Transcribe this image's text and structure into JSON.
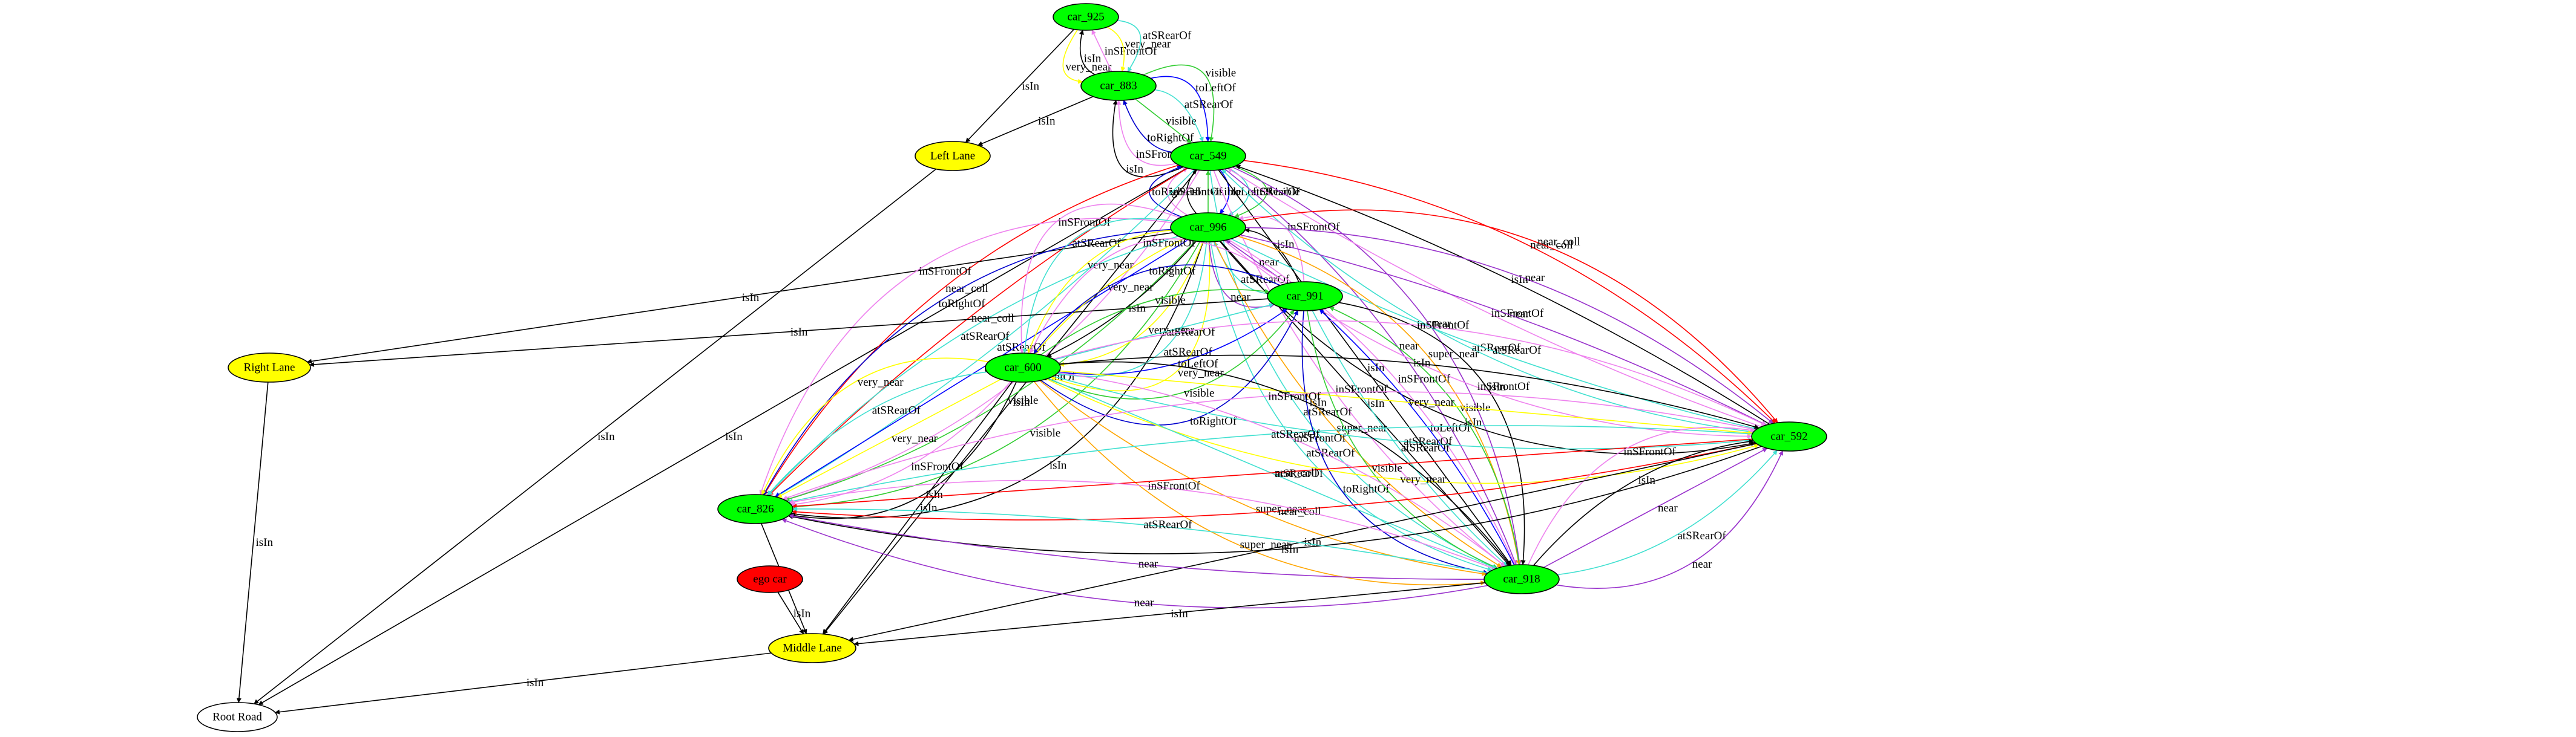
{
  "colors": {
    "car": "#00ff00",
    "lane": "#ffff00",
    "ego": "#ff0000",
    "road": "#ffffff",
    "isIn": "#000000",
    "near": "#9932cc",
    "near_coll": "#ff0000",
    "very_near": "#ffff00",
    "super_near": "#ffa500",
    "visible": "#32cd32",
    "inSFrontOf": "#ee82ee",
    "atSRearOf": "#40e0d0",
    "toLeftOf": "#0000ff",
    "toRightOf": "#0000cd"
  },
  "nodes": [
    {
      "id": "car_925",
      "label": "car_925",
      "kind": "car"
    },
    {
      "id": "car_883",
      "label": "car_883",
      "kind": "car"
    },
    {
      "id": "left_lane",
      "label": "Left Lane",
      "kind": "lane"
    },
    {
      "id": "car_549",
      "label": "car_549",
      "kind": "car"
    },
    {
      "id": "car_996",
      "label": "car_996",
      "kind": "car"
    },
    {
      "id": "car_991",
      "label": "car_991",
      "kind": "car"
    },
    {
      "id": "right_lane",
      "label": "Right Lane",
      "kind": "lane"
    },
    {
      "id": "car_600",
      "label": "car_600",
      "kind": "car"
    },
    {
      "id": "car_592",
      "label": "car_592",
      "kind": "car"
    },
    {
      "id": "car_826",
      "label": "car_826",
      "kind": "car"
    },
    {
      "id": "ego_car",
      "label": "ego car",
      "kind": "ego"
    },
    {
      "id": "car_918",
      "label": "car_918",
      "kind": "car"
    },
    {
      "id": "middle_lane",
      "label": "Middle Lane",
      "kind": "lane"
    },
    {
      "id": "root_road",
      "label": "Root Road",
      "kind": "road"
    }
  ],
  "edges": [
    {
      "from": "car_925",
      "to": "left_lane",
      "label": "isIn",
      "rel": "isIn"
    },
    {
      "from": "car_925",
      "to": "car_883",
      "label": "very_near",
      "rel": "very_near"
    },
    {
      "from": "car_883",
      "to": "car_925",
      "label": "isIn",
      "rel": "isIn"
    },
    {
      "from": "car_883",
      "to": "car_925",
      "label": "inSFrontOf",
      "rel": "inSFrontOf"
    },
    {
      "from": "car_925",
      "to": "car_883",
      "label": "very_near",
      "rel": "very_near"
    },
    {
      "from": "car_925",
      "to": "car_883",
      "label": "atSRearOf",
      "rel": "atSRearOf"
    },
    {
      "from": "car_883",
      "to": "left_lane",
      "label": "isIn",
      "rel": "isIn"
    },
    {
      "from": "car_549",
      "to": "car_883",
      "label": "isIn",
      "rel": "isIn"
    },
    {
      "from": "car_549",
      "to": "car_883",
      "label": "inSFrontOf",
      "rel": "inSFrontOf"
    },
    {
      "from": "car_549",
      "to": "car_883",
      "label": "toRightOf",
      "rel": "toRightOf"
    },
    {
      "from": "car_883",
      "to": "car_549",
      "label": "visible",
      "rel": "visible"
    },
    {
      "from": "car_883",
      "to": "car_549",
      "label": "atSRearOf",
      "rel": "atSRearOf"
    },
    {
      "from": "car_883",
      "to": "car_549",
      "label": "toLeftOf",
      "rel": "toLeftOf"
    },
    {
      "from": "car_883",
      "to": "car_549",
      "label": "visible",
      "rel": "visible"
    },
    {
      "from": "car_549",
      "to": "car_996",
      "label": "visible",
      "rel": "visible"
    },
    {
      "from": "car_549",
      "to": "car_996",
      "label": "atSRearOf",
      "rel": "atSRearOf"
    },
    {
      "from": "car_549",
      "to": "car_996",
      "label": "toLeftOf",
      "rel": "toLeftOf"
    },
    {
      "from": "car_996",
      "to": "car_549",
      "label": "visible",
      "rel": "visible"
    },
    {
      "from": "car_996",
      "to": "car_549",
      "label": "isIn",
      "rel": "isIn"
    },
    {
      "from": "car_996",
      "to": "car_549",
      "label": "inSFrontOf",
      "rel": "inSFrontOf"
    },
    {
      "from": "car_996",
      "to": "car_549",
      "label": "toRightOf",
      "rel": "toRightOf"
    },
    {
      "from": "car_549",
      "to": "root_road",
      "label": "isIn",
      "rel": "isIn"
    },
    {
      "from": "car_549",
      "to": "car_826",
      "label": "inSFrontOf",
      "rel": "inSFrontOf"
    },
    {
      "from": "car_549",
      "to": "car_826",
      "label": "atSRearOf",
      "rel": "atSRearOf"
    },
    {
      "from": "car_549",
      "to": "car_826",
      "label": "near_coll",
      "rel": "near_coll"
    },
    {
      "from": "car_549",
      "to": "car_826",
      "label": "near_coll",
      "rel": "near_coll"
    },
    {
      "from": "car_549",
      "to": "car_592",
      "label": "near_coll",
      "rel": "near_coll"
    },
    {
      "from": "car_549",
      "to": "car_918",
      "label": "near",
      "rel": "near"
    },
    {
      "from": "car_549",
      "to": "car_918",
      "label": "near",
      "rel": "near"
    },
    {
      "from": "car_549",
      "to": "car_918",
      "label": "isIn",
      "rel": "isIn"
    },
    {
      "from": "car_549",
      "to": "car_918",
      "label": "inSFrontOf",
      "rel": "inSFrontOf"
    },
    {
      "from": "car_549",
      "to": "car_918",
      "label": "atSRearOf",
      "rel": "atSRearOf"
    },
    {
      "from": "car_549",
      "to": "middle_lane",
      "label": "isIn",
      "rel": "isIn"
    },
    {
      "from": "car_592",
      "to": "car_549",
      "label": "isIn",
      "rel": "isIn"
    },
    {
      "from": "car_592",
      "to": "car_549",
      "label": "inSFrontOf",
      "rel": "inSFrontOf"
    },
    {
      "from": "car_592",
      "to": "car_549",
      "label": "atSRearOf",
      "rel": "atSRearOf"
    },
    {
      "from": "car_996",
      "to": "right_lane",
      "label": "isIn",
      "rel": "isIn"
    },
    {
      "from": "car_996",
      "to": "car_826",
      "label": "inSFrontOf",
      "rel": "inSFrontOf"
    },
    {
      "from": "car_996",
      "to": "car_826",
      "label": "toRightOf",
      "rel": "toRightOf"
    },
    {
      "from": "car_996",
      "to": "car_826",
      "label": "atSRearOf",
      "rel": "atSRearOf"
    },
    {
      "from": "car_996",
      "to": "car_826",
      "label": "toLeftOf",
      "rel": "toLeftOf"
    },
    {
      "from": "car_996",
      "to": "car_826",
      "label": "visible",
      "rel": "visible"
    },
    {
      "from": "car_996",
      "to": "car_826",
      "label": "visible",
      "rel": "visible"
    },
    {
      "from": "car_996",
      "to": "car_826",
      "label": "isIn",
      "rel": "isIn"
    },
    {
      "from": "car_996",
      "to": "car_600",
      "label": "inSFrontOf",
      "rel": "inSFrontOf"
    },
    {
      "from": "car_996",
      "to": "car_600",
      "label": "atSRearOf",
      "rel": "atSRearOf"
    },
    {
      "from": "car_996",
      "to": "car_600",
      "label": "very_near",
      "rel": "very_near"
    },
    {
      "from": "car_996",
      "to": "car_600",
      "label": "very_near",
      "rel": "very_near"
    },
    {
      "from": "car_996",
      "to": "car_600",
      "label": "isIn",
      "rel": "isIn"
    },
    {
      "from": "car_996",
      "to": "car_600",
      "label": "very_near",
      "rel": "very_near"
    },
    {
      "from": "car_996",
      "to": "car_600",
      "label": "atSRearOf",
      "rel": "atSRearOf"
    },
    {
      "from": "car_996",
      "to": "car_600",
      "label": "very_near",
      "rel": "very_near"
    },
    {
      "from": "car_996",
      "to": "car_991",
      "label": "near",
      "rel": "near"
    },
    {
      "from": "car_991",
      "to": "car_996",
      "label": "atSRearOf",
      "rel": "atSRearOf"
    },
    {
      "from": "car_991",
      "to": "car_996",
      "label": "near",
      "rel": "near"
    },
    {
      "from": "car_991",
      "to": "car_996",
      "label": "isIn",
      "rel": "isIn"
    },
    {
      "from": "car_991",
      "to": "car_996",
      "label": "inSFrontOf",
      "rel": "inSFrontOf"
    },
    {
      "from": "car_996",
      "to": "car_592",
      "label": "isIn",
      "rel": "isIn"
    },
    {
      "from": "car_996",
      "to": "car_592",
      "label": "inSFrontOf",
      "rel": "inSFrontOf"
    },
    {
      "from": "car_996",
      "to": "car_592",
      "label": "atSRearOf",
      "rel": "atSRearOf"
    },
    {
      "from": "car_996",
      "to": "car_592",
      "label": "near",
      "rel": "near"
    },
    {
      "from": "car_996",
      "to": "car_592",
      "label": "near",
      "rel": "near"
    },
    {
      "from": "car_996",
      "to": "car_592",
      "label": "near_coll",
      "rel": "near_coll"
    },
    {
      "from": "car_996",
      "to": "car_918",
      "label": "atSRearOf",
      "rel": "atSRearOf"
    },
    {
      "from": "car_996",
      "to": "car_918",
      "label": "super_near",
      "rel": "super_near"
    },
    {
      "from": "car_996",
      "to": "car_918",
      "label": "isIn",
      "rel": "isIn"
    },
    {
      "from": "car_996",
      "to": "car_918",
      "label": "inSFrontOf",
      "rel": "inSFrontOf"
    },
    {
      "from": "car_996",
      "to": "car_918",
      "label": "super_near",
      "rel": "super_near"
    },
    {
      "from": "car_991",
      "to": "right_lane",
      "label": "isIn",
      "rel": "isIn"
    },
    {
      "from": "car_991",
      "to": "car_600",
      "label": "inSFrontOf",
      "rel": "inSFrontOf"
    },
    {
      "from": "car_991",
      "to": "car_600",
      "label": "toRightOf",
      "rel": "toRightOf"
    },
    {
      "from": "car_600",
      "to": "car_991",
      "label": "visible",
      "rel": "visible"
    },
    {
      "from": "car_600",
      "to": "car_991",
      "label": "atSRearOf",
      "rel": "atSRearOf"
    },
    {
      "from": "car_600",
      "to": "car_991",
      "label": "toLeftOf",
      "rel": "toLeftOf"
    },
    {
      "from": "car_600",
      "to": "car_991",
      "label": "visible",
      "rel": "visible"
    },
    {
      "from": "car_600",
      "to": "car_991",
      "label": "toRightOf",
      "rel": "toRightOf"
    },
    {
      "from": "car_991",
      "to": "car_918",
      "label": "toRightOf",
      "rel": "toRightOf"
    },
    {
      "from": "car_991",
      "to": "car_918",
      "label": "visible",
      "rel": "visible"
    },
    {
      "from": "car_991",
      "to": "car_918",
      "label": "atSRearOf",
      "rel": "atSRearOf"
    },
    {
      "from": "car_918",
      "to": "car_991",
      "label": "toLeftOf",
      "rel": "toLeftOf"
    },
    {
      "from": "car_918",
      "to": "car_991",
      "label": "visible",
      "rel": "visible"
    },
    {
      "from": "car_991",
      "to": "car_918",
      "label": "isIn",
      "rel": "isIn"
    },
    {
      "from": "car_600",
      "to": "car_592",
      "label": "very_near",
      "rel": "very_near"
    },
    {
      "from": "car_600",
      "to": "car_592",
      "label": "atSRearOf",
      "rel": "atSRearOf"
    },
    {
      "from": "car_600",
      "to": "car_592",
      "label": "very_near",
      "rel": "very_near"
    },
    {
      "from": "car_600",
      "to": "car_592",
      "label": "isIn",
      "rel": "isIn"
    },
    {
      "from": "car_600",
      "to": "car_592",
      "label": "inSFrontOf",
      "rel": "inSFrontOf"
    },
    {
      "from": "car_600",
      "to": "car_826",
      "label": "isIn",
      "rel": "isIn"
    },
    {
      "from": "car_600",
      "to": "car_826",
      "label": "inSFrontOf",
      "rel": "inSFrontOf"
    },
    {
      "from": "car_600",
      "to": "car_826",
      "label": "very_near",
      "rel": "very_near"
    },
    {
      "from": "car_600",
      "to": "car_826",
      "label": "atSRearOf",
      "rel": "atSRearOf"
    },
    {
      "from": "car_600",
      "to": "car_826",
      "label": "very_near",
      "rel": "very_near"
    },
    {
      "from": "car_600",
      "to": "car_918",
      "label": "isIn",
      "rel": "isIn"
    },
    {
      "from": "car_600",
      "to": "car_918",
      "label": "inSFrontOf",
      "rel": "inSFrontOf"
    },
    {
      "from": "car_600",
      "to": "car_918",
      "label": "atSRearOf",
      "rel": "atSRearOf"
    },
    {
      "from": "car_600",
      "to": "car_918",
      "label": "super_near",
      "rel": "super_near"
    },
    {
      "from": "car_600",
      "to": "car_918",
      "label": "super_near",
      "rel": "super_near"
    },
    {
      "from": "car_600",
      "to": "middle_lane",
      "label": "isIn",
      "rel": "isIn"
    },
    {
      "from": "car_592",
      "to": "car_826",
      "label": "isIn",
      "rel": "isIn"
    },
    {
      "from": "car_592",
      "to": "car_826",
      "label": "near_coll",
      "rel": "near_coll"
    },
    {
      "from": "car_592",
      "to": "car_826",
      "label": "near_coll",
      "rel": "near_coll"
    },
    {
      "from": "car_592",
      "to": "car_826",
      "label": "atSRearOf",
      "rel": "atSRearOf"
    },
    {
      "from": "car_592",
      "to": "car_826",
      "label": "inSFrontOf",
      "rel": "inSFrontOf"
    },
    {
      "from": "car_918",
      "to": "car_592",
      "label": "near",
      "rel": "near"
    },
    {
      "from": "car_918",
      "to": "car_592",
      "label": "atSRearOf",
      "rel": "atSRearOf"
    },
    {
      "from": "car_918",
      "to": "car_592",
      "label": "near",
      "rel": "near"
    },
    {
      "from": "car_918",
      "to": "car_592",
      "label": "isIn",
      "rel": "isIn"
    },
    {
      "from": "car_918",
      "to": "car_592",
      "label": "inSFrontOf",
      "rel": "inSFrontOf"
    },
    {
      "from": "car_592",
      "to": "middle_lane",
      "label": "isIn",
      "rel": "isIn"
    },
    {
      "from": "car_826",
      "to": "middle_lane",
      "label": "isIn",
      "rel": "isIn"
    },
    {
      "from": "car_918",
      "to": "car_826",
      "label": "inSFrontOf",
      "rel": "inSFrontOf"
    },
    {
      "from": "car_918",
      "to": "car_826",
      "label": "atSRearOf",
      "rel": "atSRearOf"
    },
    {
      "from": "car_918",
      "to": "car_826",
      "label": "near",
      "rel": "near"
    },
    {
      "from": "car_918",
      "to": "car_826",
      "label": "near",
      "rel": "near"
    },
    {
      "from": "car_918",
      "to": "middle_lane",
      "label": "isIn",
      "rel": "isIn"
    },
    {
      "from": "ego_car",
      "to": "middle_lane",
      "label": "isIn",
      "rel": "isIn"
    },
    {
      "from": "left_lane",
      "to": "root_road",
      "label": "isIn",
      "rel": "isIn"
    },
    {
      "from": "right_lane",
      "to": "root_road",
      "label": "isIn",
      "rel": "isIn"
    },
    {
      "from": "middle_lane",
      "to": "root_road",
      "label": "isIn",
      "rel": "isIn"
    }
  ]
}
